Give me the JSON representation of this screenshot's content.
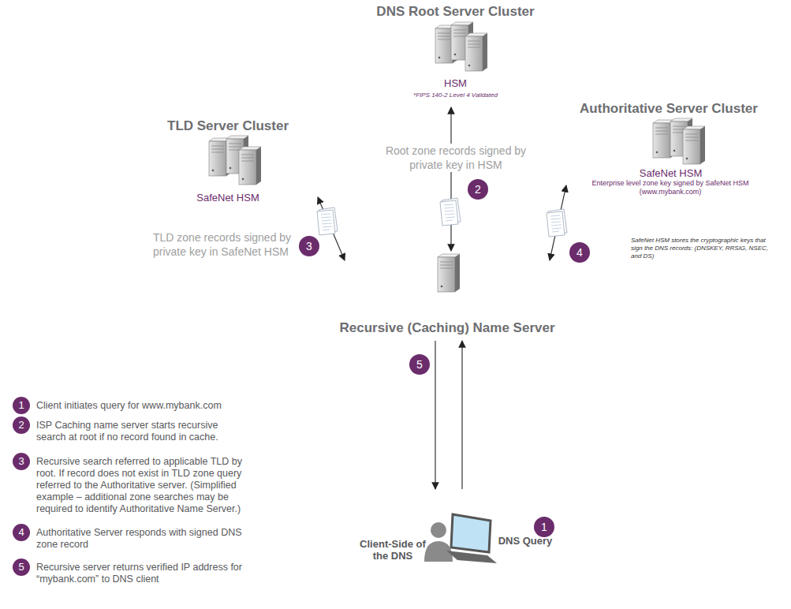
{
  "diagram": {
    "nodes": [
      {
        "text": [
          "DNS Root Server Cluster",
          "HSM",
          "*FIPS 140-2 Level 4 Validated"
        ]
      },
      {
        "text": [
          "TLD Server Cluster",
          "SafeNet HSM"
        ]
      },
      {
        "text": [
          "Authoritative Server Cluster",
          "SafeNet HSM",
          "Enterprise level zone key signed by SafeNet HSM (www.mybank.com)"
        ]
      },
      {
        "text": [
          "Recursive (Caching) Name Server"
        ]
      },
      {
        "text": [
          "Client-Side of the DNS",
          "DNS Query"
        ]
      }
    ],
    "edges": [
      {
        "from": 3,
        "to": 0,
        "arrow": "both"
      },
      {
        "from": 3,
        "to": 1,
        "arrow": "both"
      },
      {
        "from": 3,
        "to": 2,
        "arrow": "both"
      },
      {
        "from": 3,
        "to": 4,
        "arrow": "to"
      },
      {
        "from": 4,
        "to": 3,
        "arrow": "to"
      }
    ],
    "labels": [
      "Root zone records signed by private key in HSM",
      "2",
      "TLD zone records signed by private key in SafeNet HSM",
      "3",
      "4",
      "SafeNet HSM stores the cryptographic keys that sign the DNS records: (DNSKEY, RRSIG, NSEC, and DS)",
      "5",
      "1",
      "1",
      "Client initiates query for www.mybank.com",
      "2",
      "ISP Caching name server starts recursive search at root if no record found in cache.",
      "3",
      "Recursive search referred to applicable TLD by root. If record does not exist in TLD zone query referred to the Authoritative server. (Simplified example – additional zone searches may be required to identify Authoritative Name Server.)",
      "4",
      "Authoritative Server responds with signed DNS zone record",
      "5",
      "Recursive server returns verified IP address for “mybank.com” to DNS client"
    ]
  }
}
